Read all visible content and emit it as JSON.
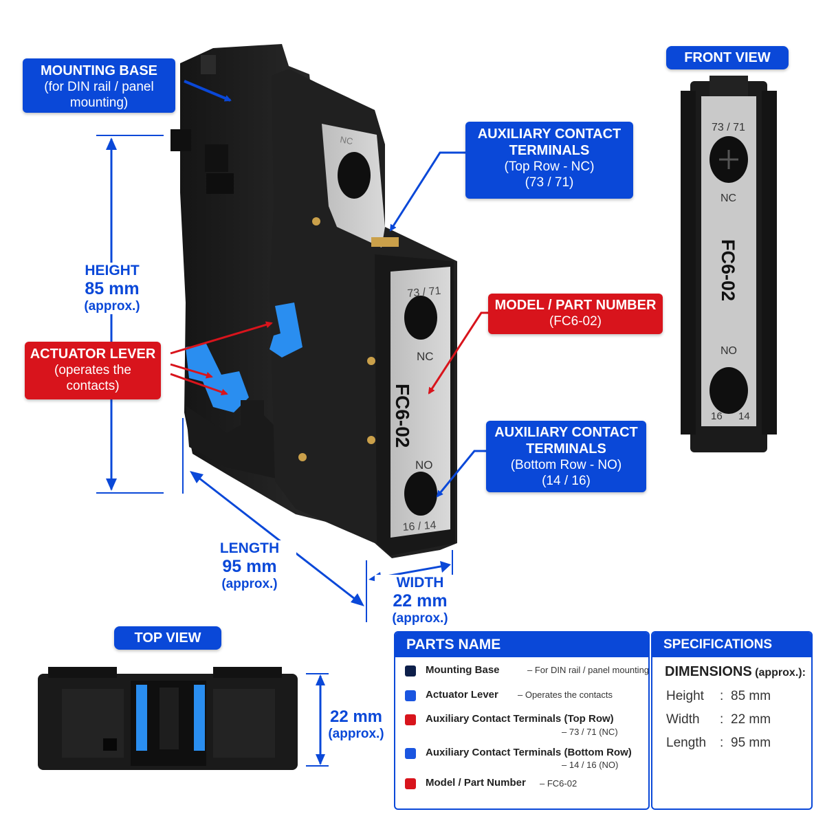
{
  "callouts": {
    "mounting_base": {
      "title": "MOUNTING BASE",
      "line2": "(for DIN rail / panel",
      "line3": "mounting)"
    },
    "aux_top": {
      "title1": "AUXILIARY CONTACT",
      "title2": "TERMINALS",
      "line3": "(Top Row - NC)",
      "line4": "(73 / 71)"
    },
    "model": {
      "title": "MODEL / PART NUMBER",
      "line2": "(FC6-02)"
    },
    "actuator": {
      "title": "ACTUATOR LEVER",
      "line2": "(operates the",
      "line3": "contacts)"
    },
    "aux_bottom": {
      "title1": "AUXILIARY CONTACT",
      "title2": "TERMINALS",
      "line3": "(Bottom Row - NO)",
      "line4": "(14 / 16)"
    }
  },
  "dimensions": {
    "height": {
      "label": "HEIGHT",
      "value": "85 mm",
      "note": "(approx.)"
    },
    "length": {
      "label": "LENGTH",
      "value": "95 mm",
      "note": "(approx.)"
    },
    "width": {
      "label": "WIDTH",
      "value": "22 mm",
      "note": "(approx.)"
    },
    "top_depth": {
      "value": "22 mm",
      "note": "(approx.)"
    }
  },
  "device_labels": {
    "nc_small": "NC",
    "top_terminals": "73 / 71",
    "nc": "NC",
    "model": "FC6-02",
    "no": "NO",
    "bottom_terminals": "16 / 14"
  },
  "front_view": {
    "title": "FRONT VIEW",
    "top_terminals": "73 / 71",
    "nc": "NC",
    "model": "FC6-02",
    "no": "NO",
    "bottom_left": "16",
    "bottom_right": "14"
  },
  "top_view": {
    "title": "TOP VIEW"
  },
  "parts_panel": {
    "title": "PARTS NAME",
    "items": [
      {
        "name": "Mounting Base",
        "desc": "– For DIN rail / panel mounting",
        "color": "#0d1f4a"
      },
      {
        "name": "Actuator Lever",
        "desc": "– Operates the contacts",
        "color": "#1a55e0"
      },
      {
        "name": "Auxiliary Contact Terminals (Top Row)",
        "desc": "– 73 / 71 (NC)",
        "color": "#d8141c"
      },
      {
        "name": "Auxiliary Contact Terminals (Bottom Row)",
        "desc": "– 14 / 16 (NO)",
        "color": "#1a55e0"
      },
      {
        "name": "Model / Part Number",
        "desc": "– FC6-02",
        "color": "#d8141c"
      }
    ]
  },
  "specs_panel": {
    "title": "SPECIFICATIONS",
    "heading": "DIMENSIONS",
    "heading_note": "(approx.):",
    "rows": [
      {
        "label": "Height",
        "sep": ":",
        "value": "85 mm"
      },
      {
        "label": "Width",
        "sep": ":",
        "value": "22 mm"
      },
      {
        "label": "Length",
        "sep": ":",
        "value": "95 mm"
      }
    ]
  },
  "colors": {
    "blue": "#0a48d8",
    "red": "#d8141c",
    "body": "#1c1c1c",
    "plate": "#c8c8c8",
    "lever": "#2a8ef0"
  }
}
